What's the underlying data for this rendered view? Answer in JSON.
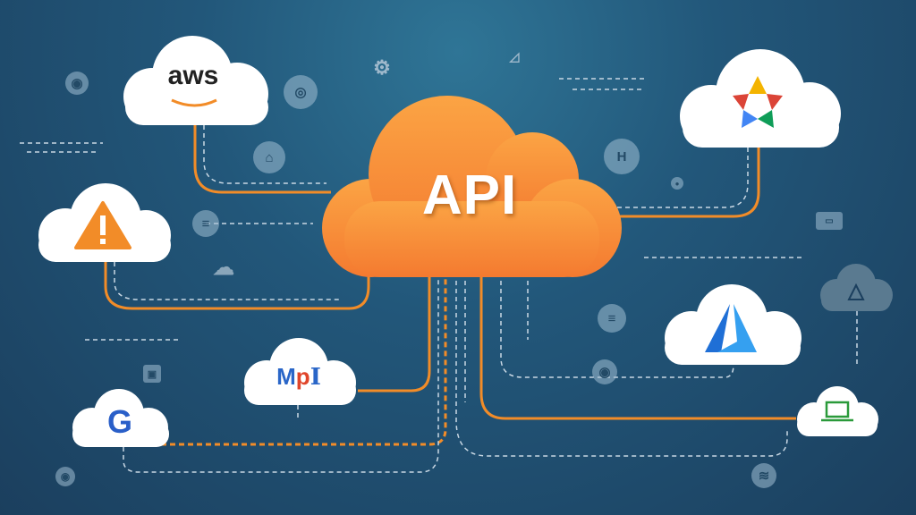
{
  "center": {
    "label": "API",
    "color": "#f58a38"
  },
  "providers": {
    "aws": {
      "label": "aws"
    },
    "mp": {
      "m": "M",
      "p": "p",
      "i": "I"
    },
    "google": {
      "label": "G"
    }
  },
  "colors": {
    "wire": "#f28c28",
    "dash": "#c9d8e4",
    "cloud": "#ffffff"
  }
}
